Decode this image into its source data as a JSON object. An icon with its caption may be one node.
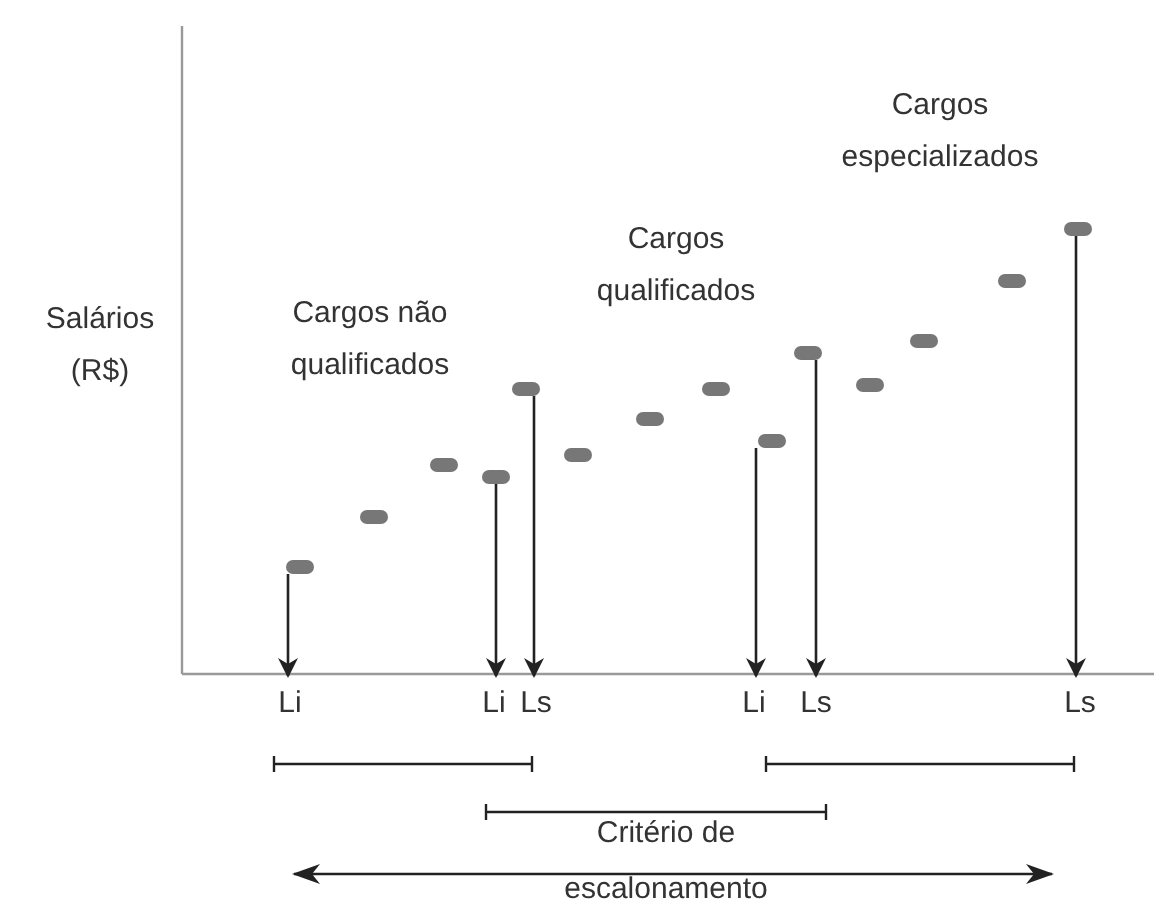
{
  "diagram": {
    "nodes": [
      {
        "text": [],
        "shape": "ellipse"
      },
      {
        "text": [],
        "shape": "ellipse"
      },
      {
        "text": [],
        "shape": "ellipse"
      },
      {
        "text": [],
        "shape": "ellipse"
      },
      {
        "text": [],
        "shape": "ellipse"
      },
      {
        "text": [],
        "shape": "ellipse"
      },
      {
        "text": [],
        "shape": "ellipse"
      },
      {
        "text": [],
        "shape": "ellipse"
      },
      {
        "text": [],
        "shape": "ellipse"
      },
      {
        "text": [],
        "shape": "ellipse"
      },
      {
        "text": [],
        "shape": "ellipse"
      },
      {
        "text": [],
        "shape": "ellipse"
      },
      {
        "text": [],
        "shape": "ellipse"
      },
      {
        "text": [],
        "shape": "ellipse"
      },
      {
        "text": [
          "Li"
        ]
      },
      {
        "text": [
          "Li"
        ]
      },
      {
        "text": [
          "Ls"
        ]
      },
      {
        "text": [
          "Li"
        ]
      },
      {
        "text": [
          "Ls"
        ]
      },
      {
        "text": [
          "Ls"
        ]
      }
    ],
    "edges": [
      {
        "from": 0,
        "to": 14,
        "arrow": "to"
      },
      {
        "from": 3,
        "to": 15,
        "arrow": "to"
      },
      {
        "from": 4,
        "to": 16,
        "arrow": "to"
      },
      {
        "from": 8,
        "to": 17,
        "arrow": "to"
      },
      {
        "from": 9,
        "to": 18,
        "arrow": "to"
      },
      {
        "from": 13,
        "to": 19,
        "arrow": "to"
      }
    ],
    "labels": [
      "Cargos especializados",
      "Cargos qualificados",
      "Salários (R$)",
      "Cargos não qualificados",
      "Critério de escalonamento"
    ]
  }
}
